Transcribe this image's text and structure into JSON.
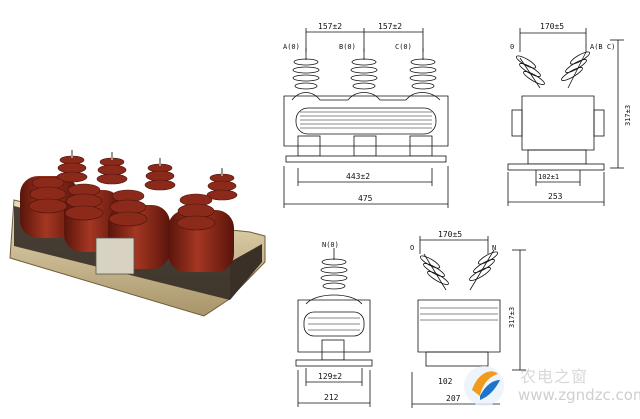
{
  "top_front": {
    "phase_a": "A(0)",
    "phase_b": "B(0)",
    "phase_c": "C(0)",
    "dim_spacing_1": "157±2",
    "dim_spacing_2": "157±2",
    "dim_mount": "443±2",
    "dim_total": "475"
  },
  "top_side": {
    "label_o": "0",
    "label_abc": "A(B C)",
    "dim_top": "170±5",
    "dim_height": "317±3",
    "dim_mount": "102±1",
    "dim_total": "253"
  },
  "bottom_front": {
    "label_n": "N(0)",
    "dim_mount": "129±2",
    "dim_total": "212"
  },
  "bottom_side": {
    "label_o": "O",
    "label_n": "N",
    "dim_top": "170±5",
    "dim_height": "317±3",
    "dim_mount": "102",
    "dim_total": "207"
  },
  "watermark": {
    "brand_cn": "农电之窗",
    "url": "www.zgndzc.com"
  },
  "colors": {
    "insulator": "#8b2a1a",
    "base_plate": "#cdb98c",
    "line": "#111111"
  }
}
